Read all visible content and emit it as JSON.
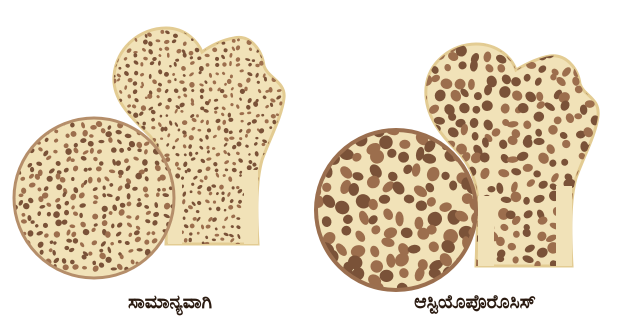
{
  "labels": {
    "normal": "ಸಾಮಾನ್ಯವಾಗಿ",
    "osteoporosis": "ಆಸ್ಟಿಯೊಪೊರೊಸಿಸ್"
  },
  "colors": {
    "bone": "#f1e2b8",
    "bone_edge": "#e3cc93",
    "pore": "#9c6e4d",
    "pore_dark": "#7a5238",
    "circle_outline": "#9b6f4f"
  },
  "panels": [
    {
      "id": "normal",
      "porosity": "low"
    },
    {
      "id": "osteoporosis",
      "porosity": "high"
    }
  ]
}
